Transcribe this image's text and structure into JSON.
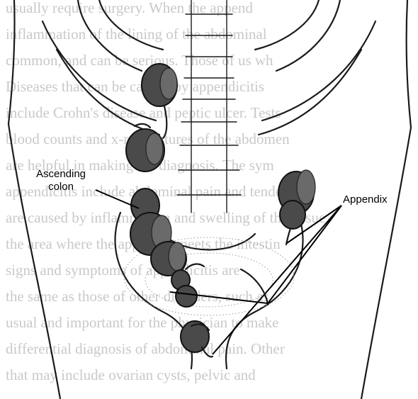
{
  "labels": {
    "ascending_colon": [
      "Ascending",
      "colon"
    ],
    "appendix": "Appendix"
  },
  "background_text_lines": [
    "usually require surgery. When the append",
    "inflammation of the lining of the abdominal",
    "common, and can be serious. Those of us wh",
    "Diseases that can be caused by appendicitis",
    "include Crohn's disease and peptic ulcer. Tests",
    "blood counts and x-ray pictures of the abdomen",
    "are helpful in making the diagnosis. The sym",
    "appendicitis include abdominal pain and tenderness",
    "are caused by inflammation and swelling of the tissue",
    "the area where the appendix meets the intestin",
    "signs and symptoms of appendicitis are",
    "the same as those of other disorders, such as",
    "usual and important for the physician to make",
    "differential diagnosis of abdominal pain. Other",
    "that may include ovarian cysts, pelvic and"
  ],
  "colors": {
    "ink": "#1a1a1a",
    "organ": "#4a4a4a",
    "background_text": "#c9c9c9"
  }
}
